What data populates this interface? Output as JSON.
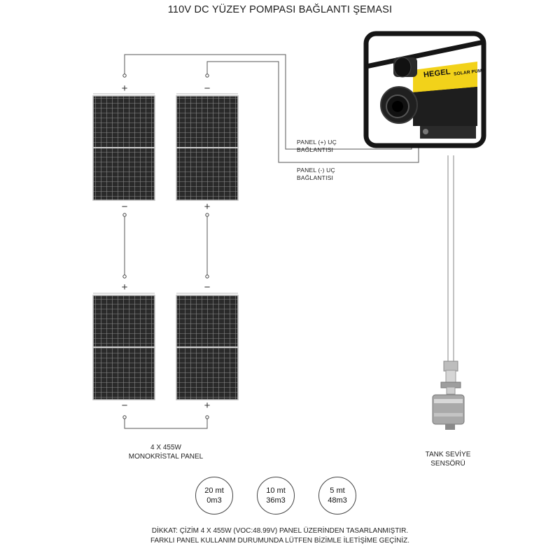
{
  "title": "110V DC YÜZEY POMPASI BAĞLANTI ŞEMASI",
  "panels": {
    "caption_line1": "4 X 455W",
    "caption_line2": "MONOKRİSTAL PANEL",
    "plus_sign": "+",
    "minus_sign": "−"
  },
  "pump": {
    "brand_label": "HEGEL",
    "model_label": "SOLAR PUMP",
    "brand_color": "#f2d21a"
  },
  "connections": {
    "positive_line1": "PANEL (+) UÇ",
    "positive_line2": "BAĞLANTISI",
    "negative_line1": "PANEL (-) UÇ",
    "negative_line2": "BAĞLANTISI"
  },
  "sensor": {
    "label_line1": "TANK SEVİYE",
    "label_line2": "SENSÖRÜ"
  },
  "circles": [
    {
      "depth": "20 mt",
      "flow": "0m3"
    },
    {
      "depth": "10 mt",
      "flow": "36m3"
    },
    {
      "depth": "5 mt",
      "flow": "48m3"
    }
  ],
  "note": {
    "line1": "DİKKAT: ÇİZİM 4 X 455W (VOC:48.99V) PANEL ÜZERİNDEN  TASARLANMIŞTIR.",
    "line2": "FARKLI PANEL KULLANIM DURUMUNDA LÜTFEN BİZİMLE İLETİŞİME GEÇİNİZ."
  }
}
